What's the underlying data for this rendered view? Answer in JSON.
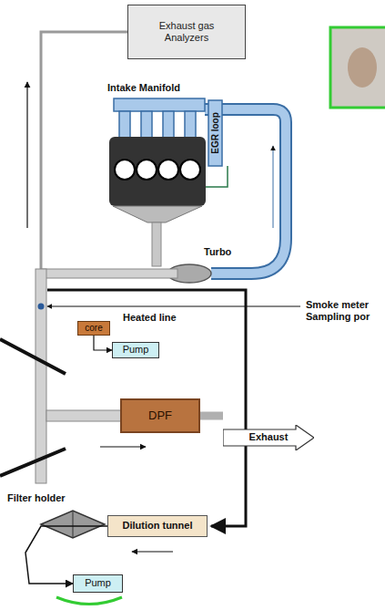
{
  "diagram": {
    "nodes": [
      {
        "text": [
          "Exhaust gas Analyzers"
        ]
      },
      {
        "text": [
          "core"
        ]
      },
      {
        "text": [
          "Pump"
        ]
      },
      {
        "text": [
          "DPF"
        ]
      },
      {
        "text": [
          "Exhaust"
        ]
      },
      {
        "text": [
          "Dilution tunnel"
        ]
      },
      {
        "text": [
          "Pump"
        ]
      }
    ],
    "edges": [
      {
        "from": 1,
        "to": 2,
        "arrow": "to"
      },
      {
        "from": 3,
        "to": 4,
        "arrow": "none"
      },
      {
        "from": 5,
        "to": 6,
        "arrow": "to"
      }
    ],
    "labels": [
      "Intake Manifold",
      "EGR loop",
      "Turbo",
      "Heated line",
      "Smoke meter Sampling por",
      "Filter holder"
    ]
  }
}
